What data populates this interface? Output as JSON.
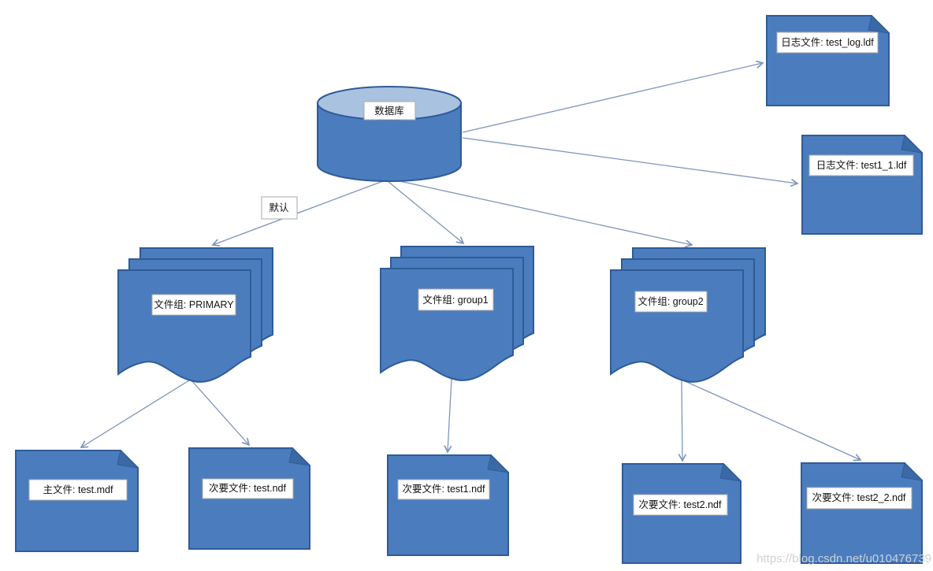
{
  "diagram": {
    "database": {
      "label": "数据库"
    },
    "edge_label_default": "默认",
    "log_files": [
      {
        "label": "日志文件: test_log.ldf"
      },
      {
        "label": "日志文件: test1_1.ldf"
      }
    ],
    "file_groups": [
      {
        "label": "文件组: PRIMARY"
      },
      {
        "label": "文件组: group1"
      },
      {
        "label": "文件组: group2"
      }
    ],
    "data_files": [
      {
        "label": "主文件: test.mdf"
      },
      {
        "label": "次要文件: test.ndf"
      },
      {
        "label": "次要文件: test1.ndf"
      },
      {
        "label": "次要文件: test2.ndf"
      },
      {
        "label": "次要文件: test2_2.ndf"
      }
    ]
  },
  "watermark": "https://blog.csdn.net/u010476739",
  "colors": {
    "node_fill": "#4b7dbe",
    "node_stroke": "#2f5b98",
    "node_fold": "#3a69a6",
    "cylinder_top": "#a9c2e0",
    "arrow": "#7e95bb",
    "label_bg": "#ffffff",
    "label_border": "#a9a9a9",
    "label_text": "#111111",
    "watermark_color": "#ccd1d7",
    "background": "#ffffff"
  }
}
